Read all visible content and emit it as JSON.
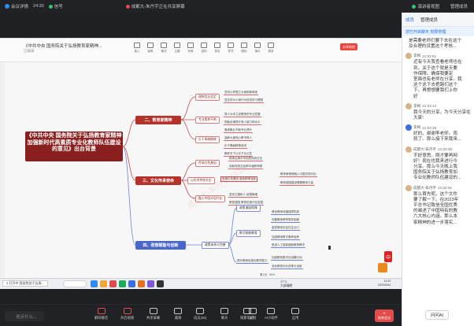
{
  "topbar": {
    "app": "会议详情",
    "time": "24:30",
    "signal": "信号",
    "meeting": "成都大-朱丹宇正在共享屏幕",
    "view": "演讲者视图",
    "members": "管理成员"
  },
  "doc": {
    "title": "《中共中央 国务院关于弘扬教育家精神...",
    "sub": "已编辑",
    "tools": [
      "插入",
      "画笔",
      "格式",
      "主题",
      "布局",
      "结构",
      "导出",
      "样式",
      "图标",
      "演示",
      "更多"
    ],
    "share": "分享给他"
  },
  "mindmap": {
    "root": "《中共中央 国务院关于弘扬教育家精神 加强新时代高素质专业化教师队伍建设的意见》出台背景",
    "branch2": {
      "title": "二、教育家精神",
      "nodes": [
        "理想信念坚定",
        "专业素养不断",
        "乐于奉献精神"
      ],
      "leaves": [
        "坚持心怀国之大者和使命感",
        "坚定学为人师行为世范学习理想",
        "育人为本立足教师的专业发展",
        "勤勉自律提升育人能力和水平",
        "爱岗敬业不断专业提升",
        "涵养大爱恒心教书育人",
        "乐于奉献精神追求",
        "胸怀天下以天下为己任"
      ]
    },
    "branch3": {
      "title": "三、文化传承使命",
      "node1": "以优秀传统文化",
      "node2": "传承红色基因",
      "node3": "融入中国式现代化",
      "leaves": [
        "继承弘扬中华优秀传统文化",
        "汲取传统文化精华涵养师德",
        "传承红色基因 赓续精神血脉",
        "教育家精神融入中国式现代化",
        "教育强国建设需要教师力量",
        "坚持立德树人 培根铸魂",
        "教育强国 教育的现代化发展"
      ]
    },
    "branch4": {
      "title": "四、政策赋能与创新",
      "node": "政策体系与完善",
      "subnodes": [
        "政策激励保障",
        "数字赋能教育"
      ],
      "leaves": [
        "健全教师待遇保障机制",
        "完善教师荣誉表彰制度",
        "激发教师队伍内生动力",
        "加强教师数字素养培养",
        "推进人工智能赋能教育教学",
        "提升教师信息化教学能力",
        "加强教育数字化战略行动",
        "深化教育评价改革与创新"
      ]
    },
    "watermark": "成都大-朱丹宇 6813"
  },
  "status": {
    "page": "第1页",
    "zoom": "90%"
  },
  "taskbar": {
    "window": "3 打开中 国务院关于弘扬...",
    "weather": "17°C",
    "weather_desc": "大部晴朗",
    "time": "11:37",
    "date": "2023/9/11"
  },
  "controls": {
    "input_placeholder": "说点什么...",
    "buttons": [
      "解除静音",
      "开启视频",
      "共享屏幕",
      "邀请",
      "成员(36)",
      "聊天",
      "观看笔记",
      "录制",
      "AI小助手",
      "应用"
    ],
    "end": "结束会议"
  },
  "panel": {
    "tabs": [
      "成员",
      "管理成员"
    ],
    "notice": "您已开启聊天 权限管理",
    "messages": [
      {
        "name": "",
        "time": "",
        "text": "是需要老师们要下去在这个\n及合理的设置这个考核..."
      },
      {
        "name": "李梅",
        "time": "21:02:51",
        "text": "近有今天我查看老师也在\n到。关于这个就是天要\n作保障。确保我要定\n室面也有老师在分享。我\n这个这下去把路们这个\n下。再想想要我们上你\n好"
      },
      {
        "name": "李梅",
        "time": "21:03:14",
        "text": "我今天的分享。为今天分享在\n大家!"
      },
      {
        "name": "李梅",
        "time": "21:03:19",
        "text": "好的，谢谢李老师。雨\n就了。那么接下来我来..."
      },
      {
        "name": "成都大-朱丹宇",
        "time": "21:03:46",
        "text": "不好意思。刚才要再网\n好！现在也我来进行今\n分享。那么今天晚上我\n国务院关于弘扬教育加\n专业化教师队伍建设的..."
      },
      {
        "name": "成都大-朱丹宇",
        "time": "21:04:02",
        "text": "那么首先呢。这个文件\n要了解一下。在2023年\n平总书记致信全国优秀\n的阐述了中国特有的教\n六大核心内涵。那么本\n家精神的进一步落实..."
      }
    ],
    "ai": "问问AI"
  }
}
